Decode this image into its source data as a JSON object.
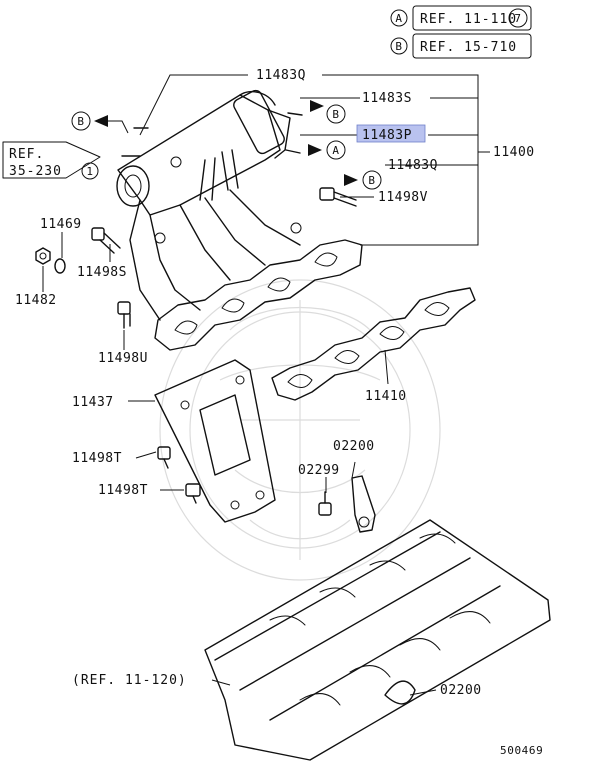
{
  "refs": {
    "ref_a": {
      "letter": "A",
      "text": "REF. 11-110",
      "num": "7"
    },
    "ref_b": {
      "letter": "B",
      "text": "REF. 15-710"
    },
    "ref_35": {
      "line1": "REF.",
      "line2": "35-230",
      "num": "1"
    },
    "ref_cyl": "(REF. 11-120)"
  },
  "callouts": {
    "c11483q_top": "11483Q",
    "c11483s": "11483S",
    "c11483p": "11483P",
    "c11483q_mid": "11483Q",
    "c11400": "11400",
    "c11498v": "11498V",
    "c11469": "11469",
    "c11498s": "11498S",
    "c11482": "11482",
    "c11498u": "11498U",
    "c11410": "11410",
    "c11437": "11437",
    "c11498t_1": "11498T",
    "c11498t_2": "11498T",
    "c02200_top": "02200",
    "c02299": "02299",
    "c02200_bot": "02200"
  },
  "markers": {
    "a": "A",
    "b": "B"
  },
  "highlight_color": "#b9c2ef",
  "diagram_number": "500469"
}
